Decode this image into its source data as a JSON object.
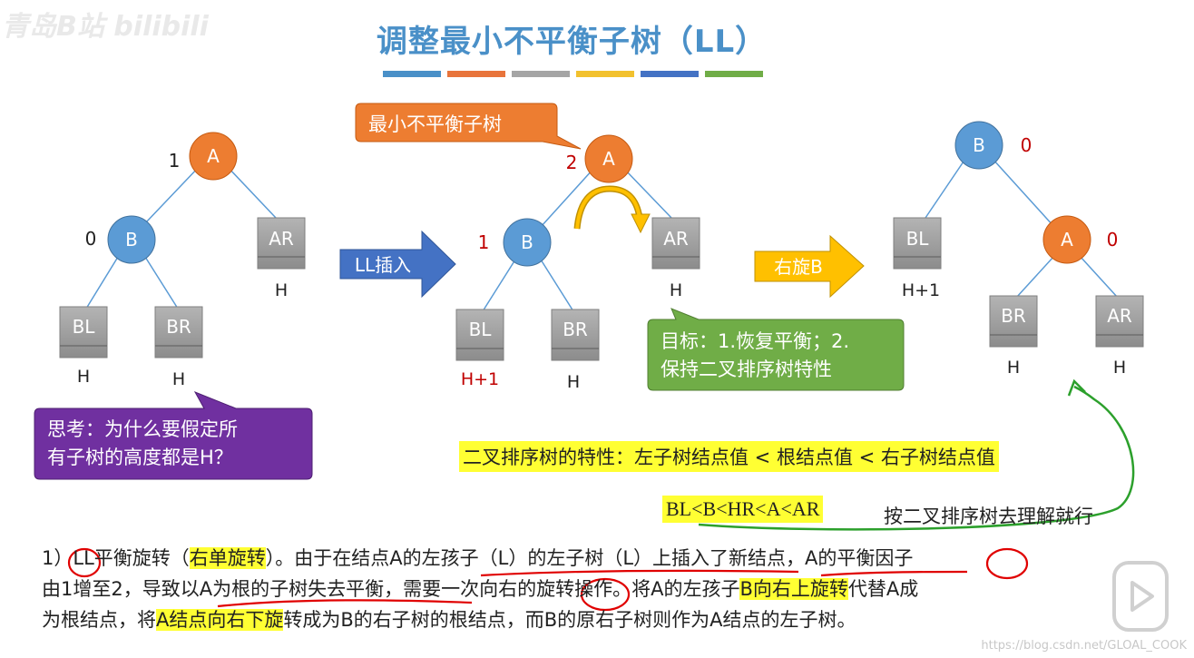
{
  "watermark": "青岛B站 bilibili",
  "title": "调整最小不平衡子树（LL）",
  "title_bar_colors": [
    "#4a90c8",
    "#e8743b",
    "#a5a5a5",
    "#f2c12e",
    "#4472c4",
    "#70ad47"
  ],
  "colors": {
    "node_blue": "#5b9bd5",
    "node_orange": "#ed7d31",
    "subtree_gray": "#a5a5a5",
    "bf_red": "#c00000",
    "arrow_blue": "#4472c4",
    "arrow_yellow": "#ffc000",
    "callout_orange": "#ed7d31",
    "callout_green": "#70ad47",
    "callout_purple": "#7030a0",
    "highlight": "#ffff33"
  },
  "tree1": {
    "node_a": "A",
    "bf_a": "1",
    "node_b": "B",
    "bf_b": "0",
    "sub_bl": "BL",
    "h_bl": "H",
    "sub_br": "BR",
    "h_br": "H",
    "sub_ar": "AR",
    "h_ar": "H"
  },
  "arrow_ll": "LL插入",
  "tree2": {
    "node_a": "A",
    "bf_a": "2",
    "node_b": "B",
    "bf_b": "1",
    "sub_bl": "BL",
    "h_bl": "H+1",
    "sub_br": "BR",
    "h_br": "H",
    "sub_ar": "AR",
    "h_ar": "H"
  },
  "arrow_rotate": "右旋B",
  "tree3": {
    "node_b": "B",
    "bf_b": "0",
    "node_a": "A",
    "bf_a": "0",
    "sub_bl": "BL",
    "h_bl": "H+1",
    "sub_br": "BR",
    "h_br": "H",
    "sub_ar": "AR",
    "h_ar": "H"
  },
  "callout_min": "最小不平衡子树",
  "callout_goal": {
    "line1": "目标：1.恢复平衡；2.",
    "line2": "保持二叉排序树特性"
  },
  "callout_think": {
    "line1": "思考：为什么要假定所",
    "line2": "有子树的高度都是H？"
  },
  "property": "二叉排序树的特性：左子树结点值 < 根结点值 < 右子树结点值",
  "inequality": "BL<B<HR<A<AR",
  "note": "按二叉排序树去理解就行",
  "para": {
    "l1_a": "1）",
    "l1_b": "LL平衡旋转（",
    "l1_c": "右单旋转",
    "l1_d": "）。由于在结点A的左孩子（L）的左子树（L）上插入了新结点，A的平衡因子",
    "l2_a": "由1增至2，导致以A为根的子树失去平衡，需要一次向右的旋转操作。将A的左孩子",
    "l2_b": "B向右上旋转",
    "l2_c": "代替A成",
    "l3_a": "为根结点，将",
    "l3_b": "A结点向右下旋",
    "l3_c": "转成为B的右子树的根结点，而B的原右子树则作为A结点的左子树。"
  },
  "source": "https://blog.csdn.net/GLOAL_COOK"
}
